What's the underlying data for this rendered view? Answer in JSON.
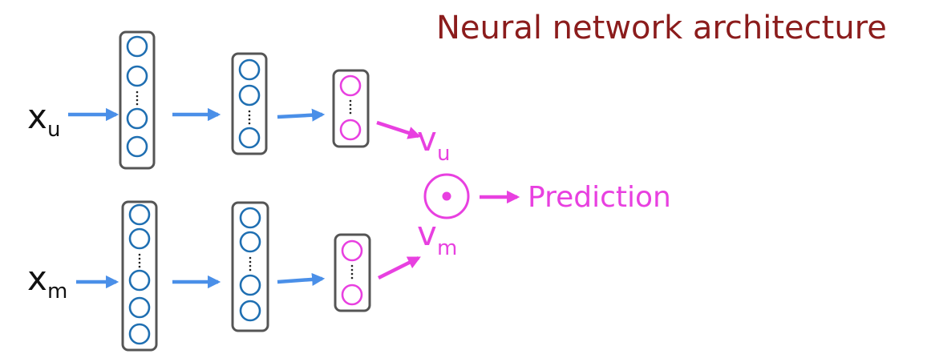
{
  "title": "Neural network architecture",
  "inputs": {
    "user": {
      "base": "x",
      "sub": "u"
    },
    "movie": {
      "base": "x",
      "sub": "m"
    }
  },
  "outputs": {
    "user": {
      "base": "v",
      "sub": "u"
    },
    "movie": {
      "base": "v",
      "sub": "m"
    }
  },
  "prediction_label": "Prediction",
  "colors": {
    "title": "#8b1c1c",
    "text": "#111111",
    "box_stroke": "#555555",
    "neuron": "#1f6fb2",
    "output": "#e840e0",
    "arrow": "#4a8fe8"
  },
  "icons": {
    "dot_product": "circled-dot-icon"
  }
}
